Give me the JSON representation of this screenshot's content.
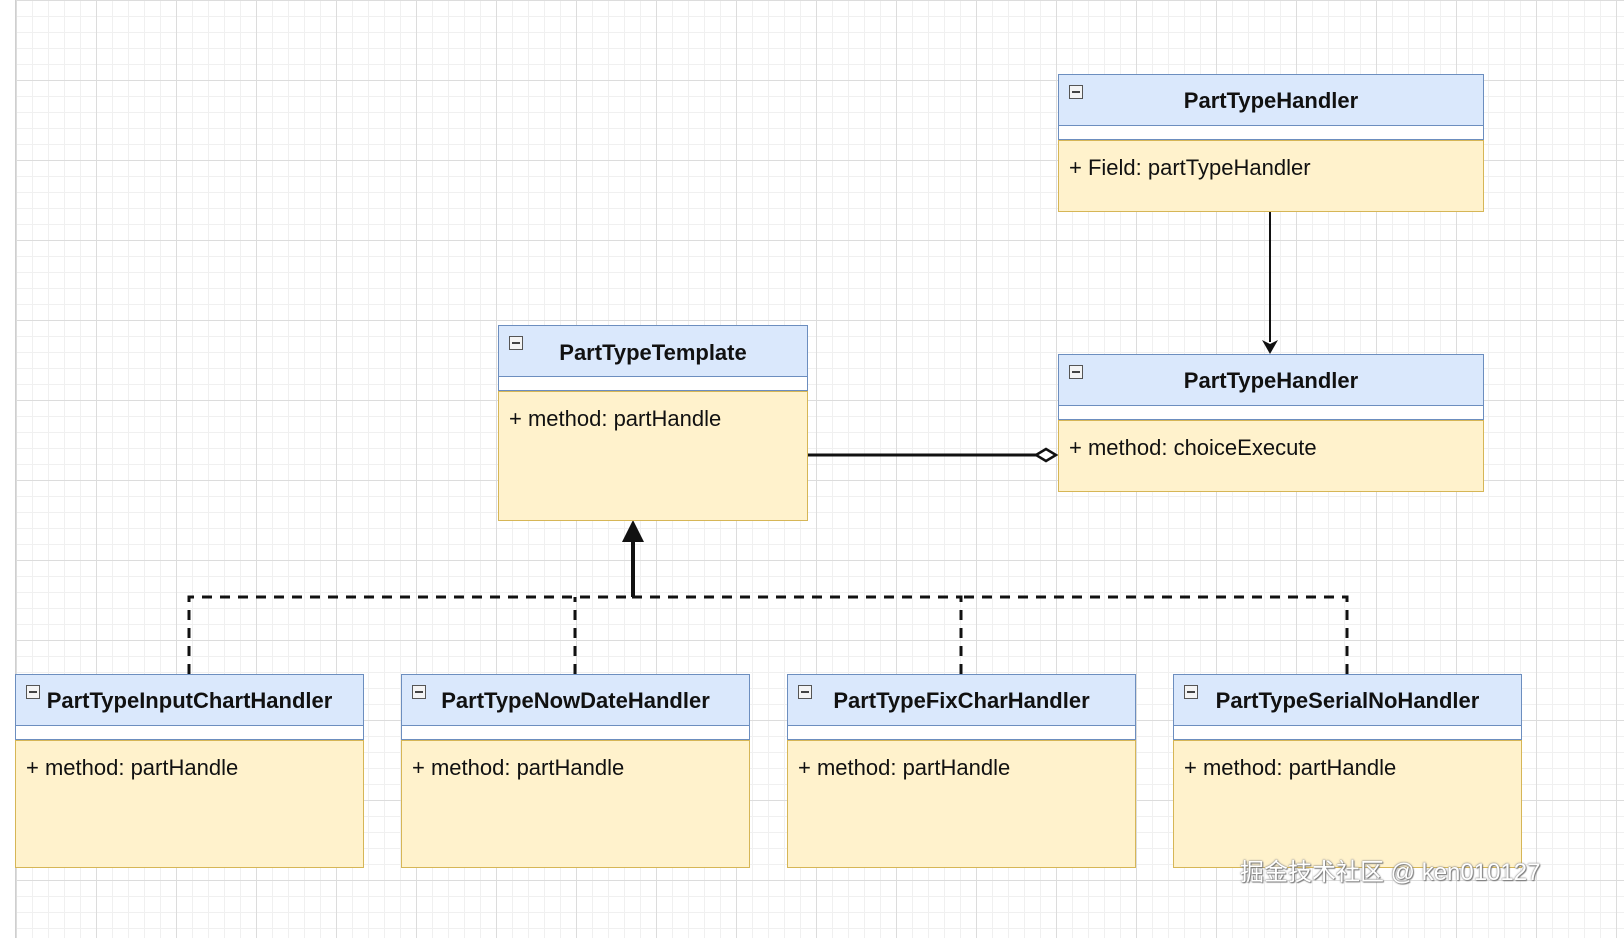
{
  "classes": {
    "handler_top": {
      "name": "PartTypeHandler",
      "members": [
        "+ Field: partTypeHandler"
      ]
    },
    "handler_main": {
      "name": "PartTypeHandler",
      "members": [
        "+ method: choiceExecute"
      ]
    },
    "template": {
      "name": "PartTypeTemplate",
      "members": [
        "+ method: partHandle"
      ]
    },
    "input_char": {
      "name": "PartTypeInputChartHandler",
      "members": [
        "+ method: partHandle"
      ]
    },
    "now_date": {
      "name": "PartTypeNowDateHandler",
      "members": [
        "+ method: partHandle"
      ]
    },
    "fix_char": {
      "name": "PartTypeFixCharHandler",
      "members": [
        "+ method: partHandle"
      ]
    },
    "serial_no": {
      "name": "PartTypeSerialNoHandler",
      "members": [
        "+ method: partHandle"
      ]
    }
  },
  "relations": [
    {
      "from": "handler_top",
      "to": "handler_main",
      "type": "association"
    },
    {
      "from": "template",
      "to": "handler_main",
      "type": "aggregation"
    },
    {
      "from": "input_char",
      "to": "template",
      "type": "realization"
    },
    {
      "from": "now_date",
      "to": "template",
      "type": "realization"
    },
    {
      "from": "fix_char",
      "to": "template",
      "type": "realization"
    },
    {
      "from": "serial_no",
      "to": "template",
      "type": "realization"
    }
  ],
  "colors": {
    "header_fill": "#dae8fc",
    "header_stroke": "#6c8ebf",
    "body_fill": "#fff2cc",
    "body_stroke": "#d6b656"
  },
  "watermark": "掘金技术社区 @ ken010127"
}
